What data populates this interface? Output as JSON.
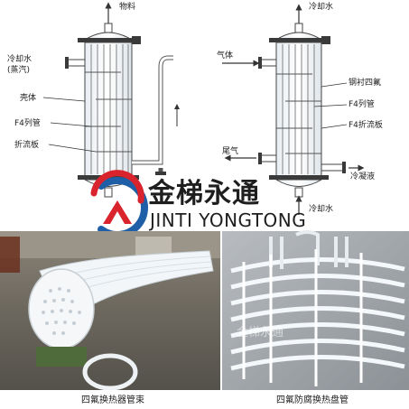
{
  "left_diagram": {
    "top_outlet": "物料",
    "cooling_inlet_line1": "冷却水",
    "cooling_inlet_line2": "(蒸汽)",
    "shell_label": "壳体",
    "tube_label": "F4列管",
    "baffle_label": "折流板"
  },
  "right_diagram": {
    "top_outlet": "冷却水",
    "gas_inlet": "气体",
    "lining_label": "钢衬四氟",
    "tube_label": "F4列管",
    "baffle_label": "F4折流板",
    "tail_gas": "尾气",
    "condensate": "冷凝液",
    "bottom_inlet": "冷却水"
  },
  "brand": {
    "chinese_name": "金梯永通",
    "english_name": "JINTI YONGTONG",
    "watermark": "金梯永通"
  },
  "photos": {
    "left_caption": "四氟换热器管束",
    "right_caption": "四氟防腐换热盘管"
  },
  "colors": {
    "logo_red": "#d9232d",
    "logo_blue": "#1f5fa8",
    "diagram_line": "#555555",
    "flange": "#3a3a3a"
  }
}
